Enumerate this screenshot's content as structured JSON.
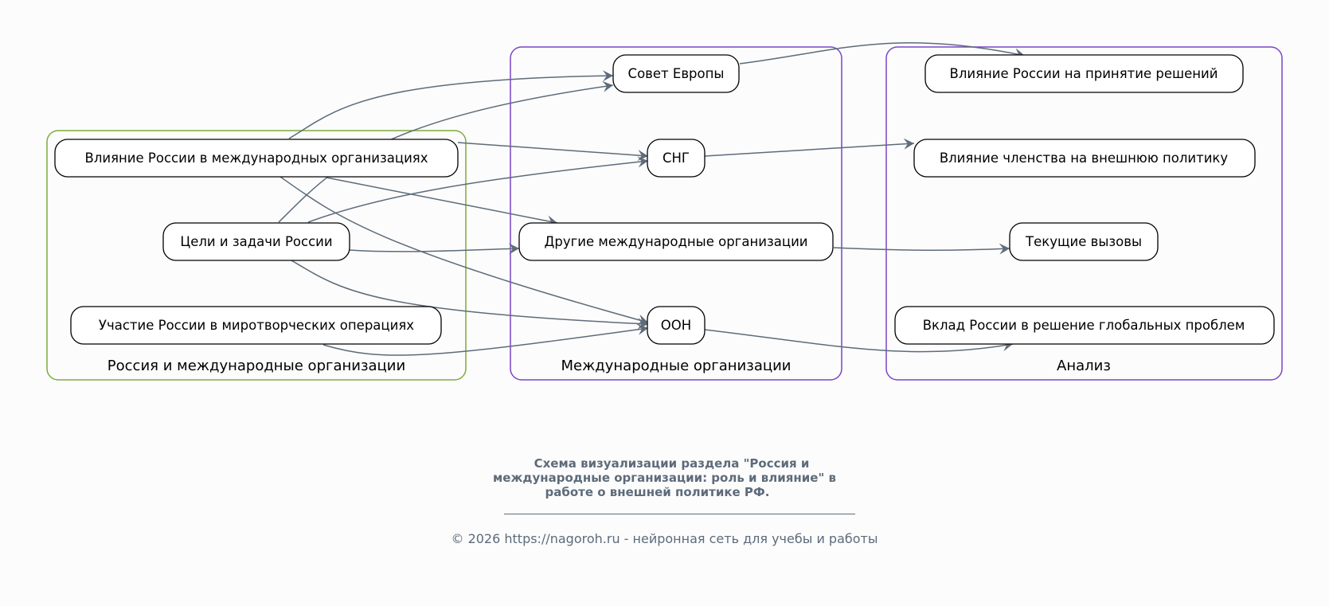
{
  "clusters": [
    {
      "id": "russia",
      "label": "Россия и международные организации",
      "color": "#7cac3c"
    },
    {
      "id": "orgs",
      "label": "Международные организации",
      "color": "#7a45c8"
    },
    {
      "id": "analysis",
      "label": "Анализ",
      "color": "#7a45c8"
    }
  ],
  "nodes": {
    "influence_in_orgs": "Влияние России в международных организациях",
    "goals": "Цели и задачи России",
    "peacekeeping": "Участие России в миротворческих операциях",
    "coe": "Совет Европы",
    "cis": "СНГ",
    "other_orgs": "Другие международные организации",
    "un": "ООН",
    "decision_influence": "Влияние России на принятие решений",
    "membership_influence": "Влияние членства на внешнюю политику",
    "challenges": "Текущие вызовы",
    "global_contribution": "Вклад России в решение глобальных проблем"
  },
  "edges": [
    [
      "influence_in_orgs",
      "coe"
    ],
    [
      "influence_in_orgs",
      "cis"
    ],
    [
      "influence_in_orgs",
      "other_orgs"
    ],
    [
      "influence_in_orgs",
      "un"
    ],
    [
      "goals",
      "coe"
    ],
    [
      "goals",
      "cis"
    ],
    [
      "goals",
      "other_orgs"
    ],
    [
      "goals",
      "un"
    ],
    [
      "peacekeeping",
      "un"
    ],
    [
      "coe",
      "decision_influence"
    ],
    [
      "cis",
      "membership_influence"
    ],
    [
      "other_orgs",
      "challenges"
    ],
    [
      "un",
      "global_contribution"
    ]
  ],
  "edge_color": "#5d6b7a",
  "caption": {
    "title_lines": [
      "Схема визуализации раздела \"Россия и",
      "международные организации: роль и влияние\" в",
      "работе о внешней политике РФ."
    ],
    "copyright": "© 2026 https://nagoroh.ru - нейронная сеть для учебы и работы"
  }
}
